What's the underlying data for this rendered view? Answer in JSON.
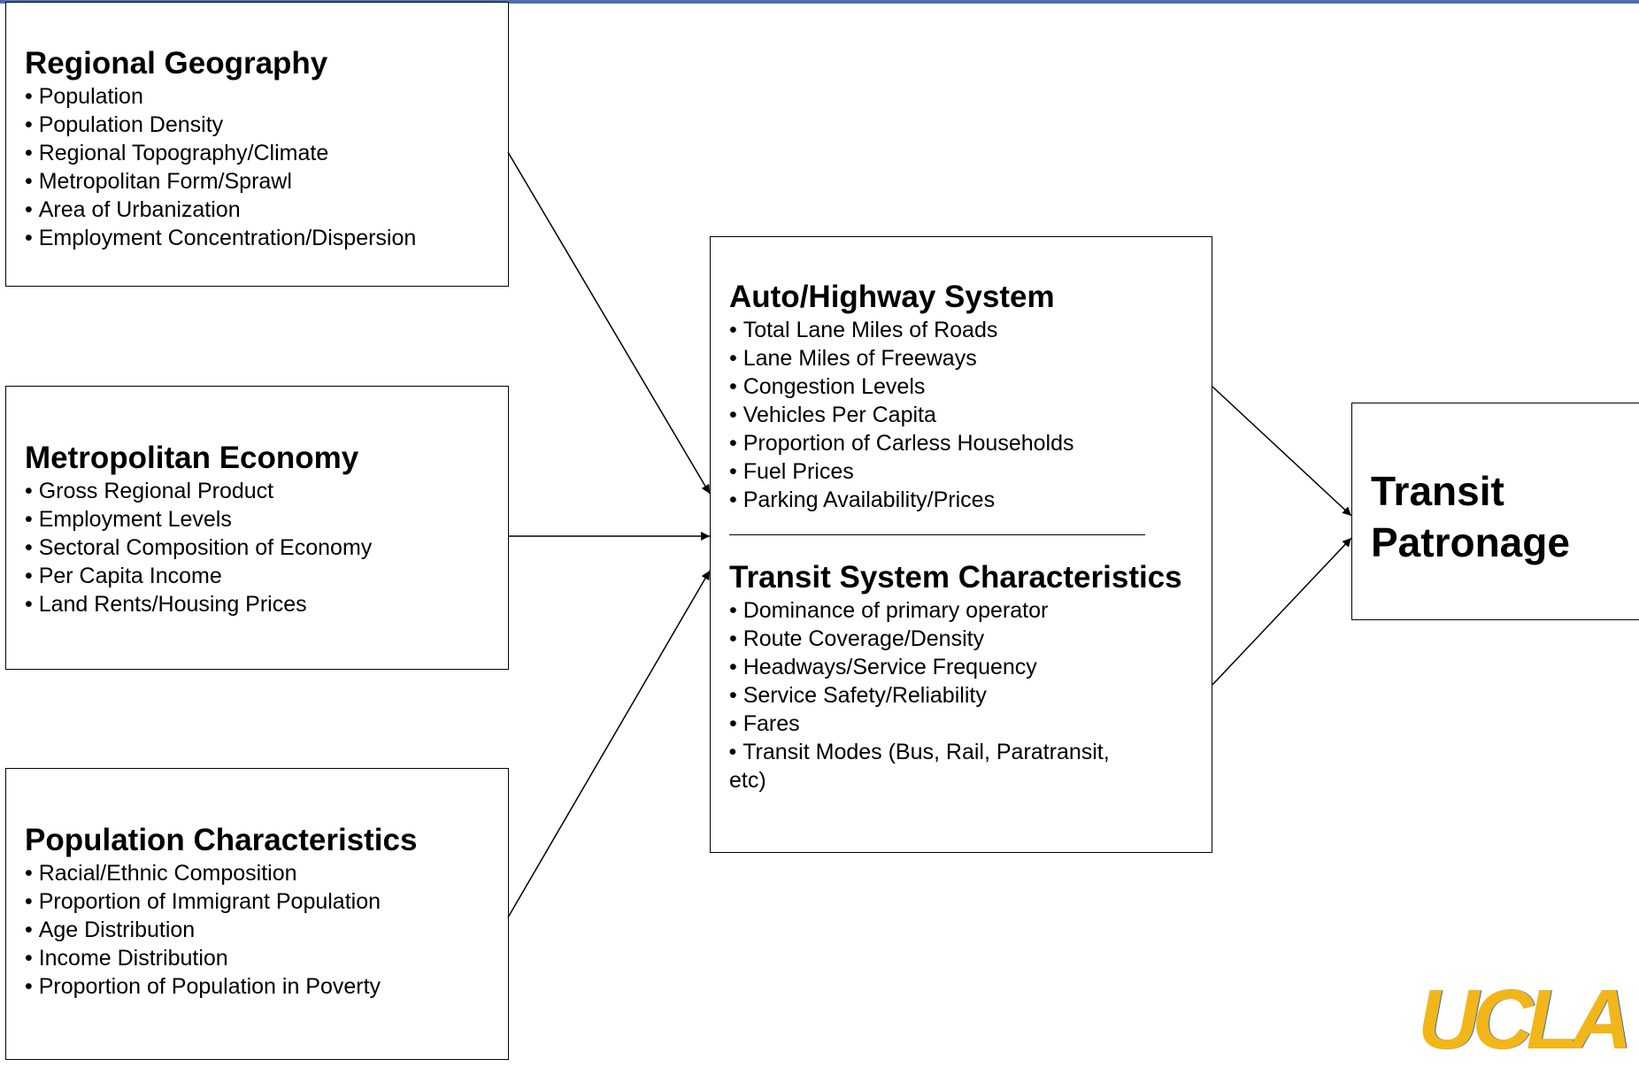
{
  "boxes": {
    "regional_geography": {
      "title": "Regional Geography",
      "items": [
        "Population",
        "Population Density",
        "Regional Topography/Climate",
        "Metropolitan Form/Sprawl",
        "Area of Urbanization",
        "Employment Concentration/Dispersion"
      ]
    },
    "metropolitan_economy": {
      "title": "Metropolitan Economy",
      "items": [
        "Gross Regional Product",
        "Employment Levels",
        "Sectoral Composition of Economy",
        "Per Capita Income",
        "Land Rents/Housing Prices"
      ]
    },
    "population_characteristics": {
      "title": "Population Characteristics",
      "items": [
        "Racial/Ethnic Composition",
        "Proportion of Immigrant Population",
        "Age Distribution",
        "Income Distribution",
        "Proportion of Population in Poverty"
      ]
    },
    "auto_highway": {
      "title": "Auto/Highway System",
      "items": [
        "Total Lane Miles of Roads",
        "Lane Miles of Freeways",
        "Congestion Levels",
        "Vehicles Per Capita",
        "Proportion of Carless Households",
        "Fuel Prices",
        "Parking Availability/Prices"
      ]
    },
    "transit_system": {
      "title": "Transit System Characteristics",
      "items": [
        "Dominance of primary operator",
        "Route Coverage/Density",
        "Headways/Service Frequency",
        "Service Safety/Reliability",
        "Fares",
        "Transit Modes (Bus, Rail, Paratransit, etc)"
      ]
    },
    "outcome": {
      "title": "Transit Patronage"
    }
  },
  "logo": {
    "text": "UCLA",
    "colors": {
      "gold": "#f2b619",
      "blue": "#2e6bb2"
    }
  },
  "colors": {
    "top_bar": "#4f6fa8",
    "lines": "#000000"
  }
}
